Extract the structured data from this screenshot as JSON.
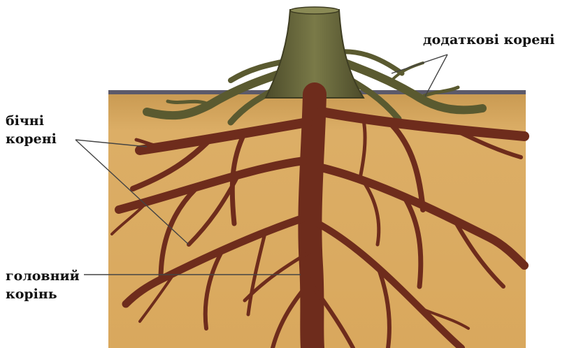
{
  "labels": {
    "adventitious_roots": "додаткові корені",
    "lateral_roots_line1": "бічні",
    "lateral_roots_line2": "корені",
    "main_root_line1": "головний",
    "main_root_line2": "корінь"
  },
  "colors": {
    "soil": "#d6a95f",
    "soil_dark": "#c48f48",
    "ground_line": "#5c5a6a",
    "root": "#6e2c1c",
    "root_dark": "#4e1d12",
    "stem": "#6b6a3c",
    "stem_dark": "#4c4b2a",
    "leader": "#444444",
    "text": "#111111"
  }
}
